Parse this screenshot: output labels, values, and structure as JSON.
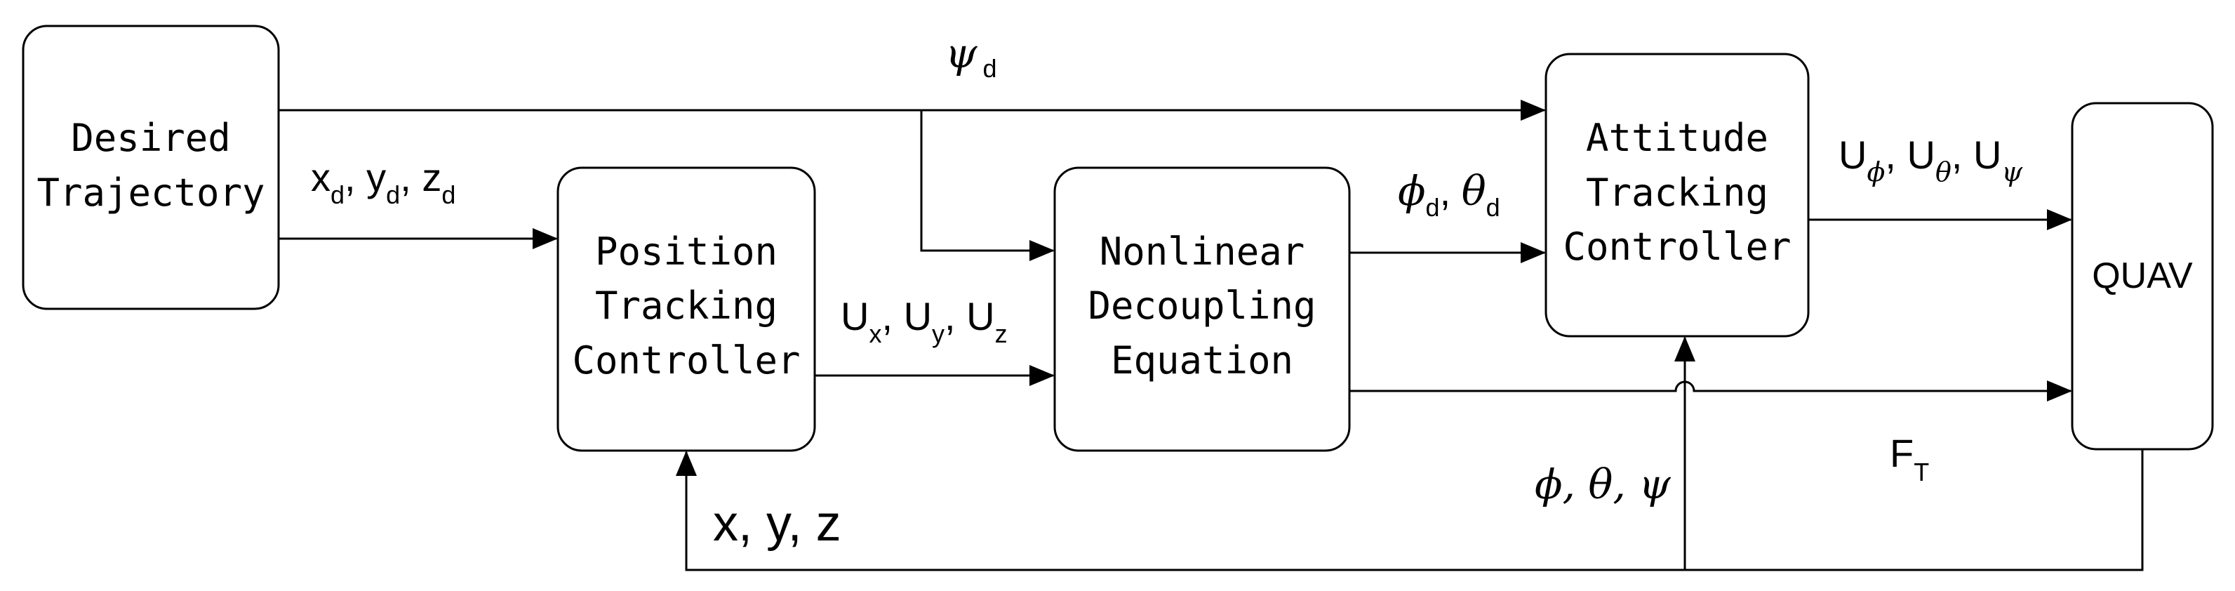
{
  "blocks": {
    "desired_trajectory": [
      "Desired",
      "Trajectory"
    ],
    "position_controller": [
      "Position",
      "Tracking",
      "Controller"
    ],
    "nonlinear_decoupling": [
      "Nonlinear",
      "Decoupling",
      "Equation"
    ],
    "attitude_controller": [
      "Attitude",
      "Tracking",
      "Controller"
    ],
    "quav": "QUAV"
  },
  "signals": {
    "psi_d": {
      "symbol": "ψ",
      "sub": "d"
    },
    "pos_desired": [
      {
        "base": "x",
        "sub": "d"
      },
      {
        "base": "y",
        "sub": "d"
      },
      {
        "base": "z",
        "sub": "d"
      }
    ],
    "u_xyz": [
      {
        "base": "U",
        "sub": "x"
      },
      {
        "base": "U",
        "sub": "y"
      },
      {
        "base": "U",
        "sub": "z"
      }
    ],
    "att_desired": [
      {
        "symbol": "ϕ",
        "sub": "d"
      },
      {
        "symbol": "θ",
        "sub": "d"
      }
    ],
    "u_att": [
      {
        "base": "U",
        "sub": "ϕ"
      },
      {
        "base": "U",
        "sub": "θ"
      },
      {
        "base": "U",
        "sub": "ψ"
      }
    ],
    "thrust": {
      "base": "F",
      "sub": "T"
    },
    "att_feedback": "ϕ, θ, ψ",
    "pos_feedback": "x, y, z"
  }
}
